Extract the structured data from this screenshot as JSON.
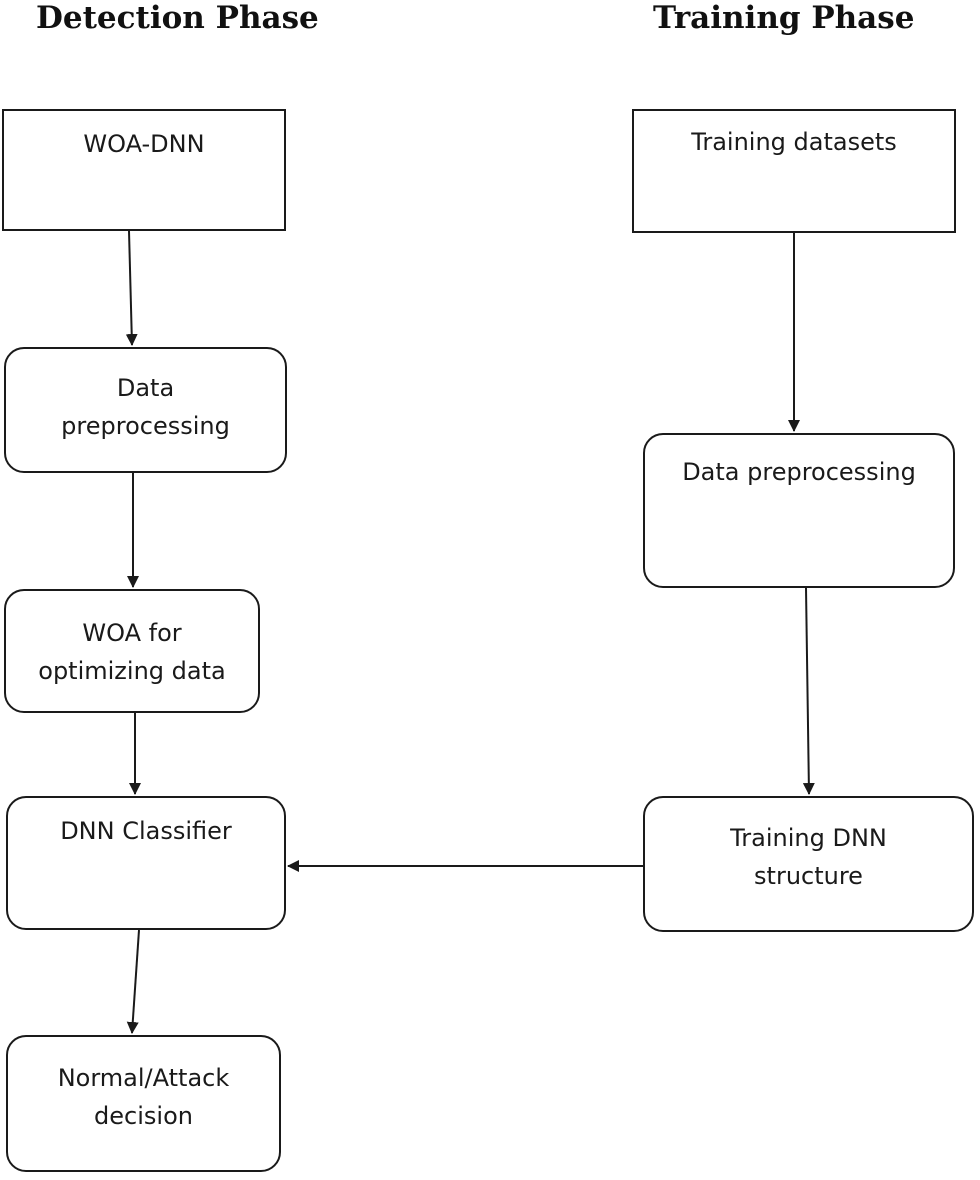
{
  "headings": {
    "detection": "Detection Phase",
    "training": "Training Phase"
  },
  "detection": {
    "woa_dnn": "WOA-DNN",
    "preprocessing": [
      "Data",
      "preprocessing"
    ],
    "woa_optimizing": [
      "WOA for",
      "optimizing data"
    ],
    "dnn_classifier": "DNN Classifier",
    "decision": [
      "Normal/Attack",
      "decision"
    ]
  },
  "training": {
    "datasets": "Training datasets",
    "preprocessing": "Data preprocessing",
    "dnn_structure": [
      "Training DNN",
      "structure"
    ]
  },
  "colors": {
    "line": "#1a1a1a",
    "text": "#1a1a1a",
    "background": "#ffffff"
  }
}
